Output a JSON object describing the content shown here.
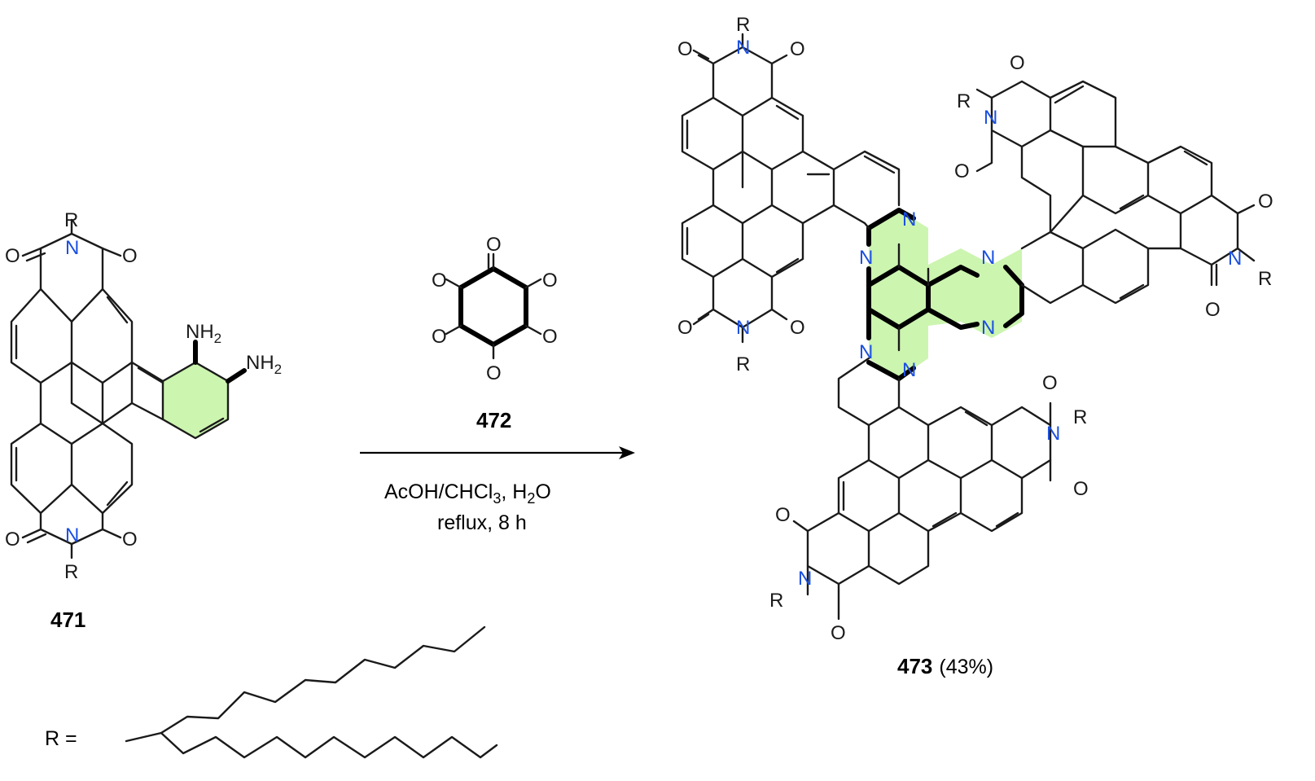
{
  "scheme": {
    "reactant": {
      "label": "471"
    },
    "reagent": {
      "label": "472"
    },
    "conditions": {
      "line1_main": "AcOH/CHCl",
      "line1_sub": "3",
      "line1_end": ", H",
      "line1_sub2": "2",
      "line1_tail": "O",
      "line2": "reflux, 8 h"
    },
    "product": {
      "label": "473",
      "yield": "(43%)"
    },
    "r_group": {
      "label": "R ="
    },
    "atoms": {
      "N": "N",
      "O": "O",
      "R": "R",
      "NH": "NH",
      "two": "2"
    }
  },
  "colors": {
    "highlight": "#ccf5b0",
    "nitrogen": "#1a4fe0",
    "bond": "#1a1a1a"
  }
}
